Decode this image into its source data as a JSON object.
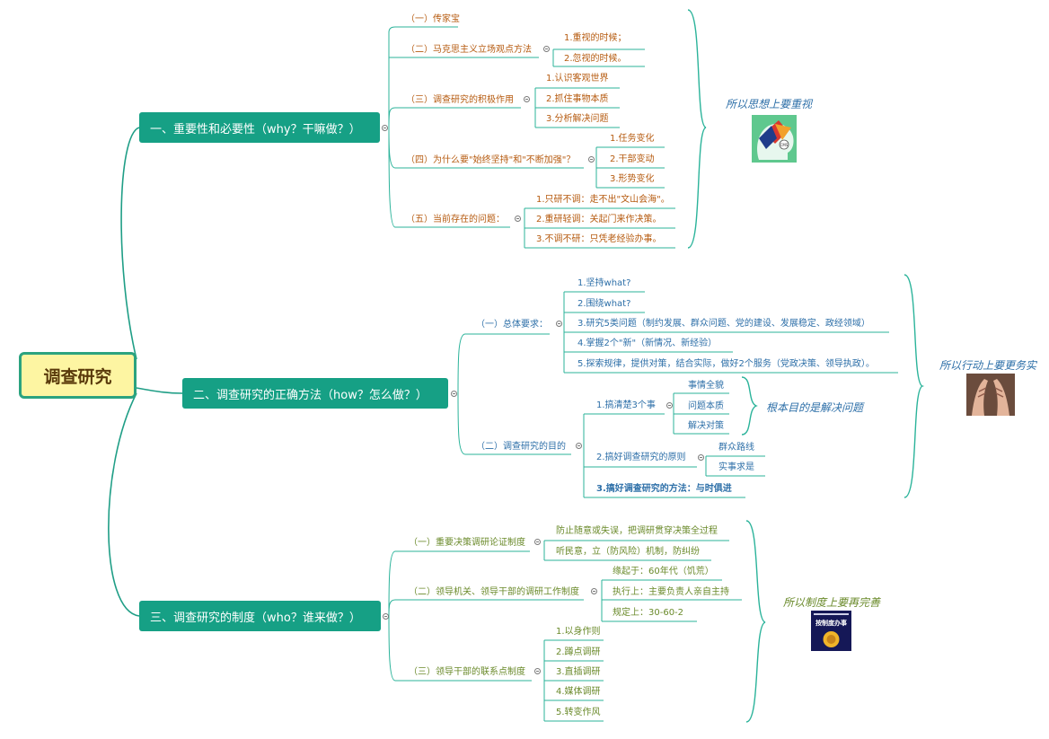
{
  "root": "调查研究",
  "sections": [
    {
      "title": "一、重要性和必要性（why？干嘛做？）",
      "note": "所以思想上要重视",
      "items": [
        {
          "label": "（一）传家宝",
          "children": []
        },
        {
          "label": "（二）马克思主义立场观点方法",
          "children": [
            "1.重视的时候；",
            "2.忽视的时候。"
          ]
        },
        {
          "label": "（三）调查研究的积极作用",
          "children": [
            "1.认识客观世界",
            "2.抓住事物本质",
            "3.分析解决问题"
          ]
        },
        {
          "label": "（四）为什么要\"始终坚持\"和\"不断加强\"？",
          "children": [
            "1.任务变化",
            "2.干部变动",
            "3.形势变化"
          ]
        },
        {
          "label": "（五）当前存在的问题：",
          "children": [
            "1.只研不调：走不出\"文山会海\"。",
            "2.重研轻调：关起门来作决策。",
            "3.不调不研：只凭老经验办事。"
          ]
        }
      ]
    },
    {
      "title": "二、调查研究的正确方法（how？怎么做？）",
      "note": "所以行动上要更务实",
      "items": [
        {
          "label": "（一）总体要求：",
          "children": [
            "1.坚持what?",
            "2.围绕what?",
            "3.研究5类问题（制约发展、群众问题、党的建设、发展稳定、政经领域）",
            "4.掌握2个\"新\"（新情况、新经验）",
            "5.探索规律，提供对策，结合实际，做好2个服务（党政决策、领导执政）。"
          ]
        },
        {
          "label": "（二）调查研究的目的",
          "children": [
            {
              "label": "1.搞清楚3个事",
              "children": [
                "事情全貌",
                "问题本质",
                "解决对策"
              ],
              "note": "根本目的是解决问题"
            },
            {
              "label": "2.搞好调查研究的原则",
              "children": [
                "群众路线",
                "实事求是"
              ]
            },
            {
              "label": "3.搞好调查研究的方法：与时俱进",
              "children": []
            }
          ]
        }
      ]
    },
    {
      "title": "三、调查研究的制度（who？谁来做？）",
      "note": "所以制度上要再完善",
      "items": [
        {
          "label": "（一）重要决策调研论证制度",
          "children": [
            "防止随意或失误，把调研贯穿决策全过程",
            "听民意，立（防风险）机制，防纠纷"
          ]
        },
        {
          "label": "（二）领导机关、领导干部的调研工作制度",
          "children": [
            "缘起于：60年代（饥荒）",
            "执行上：主要负责人亲自主持",
            "规定上：30-60-2"
          ]
        },
        {
          "label": "（三）领导干部的联系点制度",
          "children": [
            "1.以身作则",
            "2.蹲点调研",
            "3.直插调研",
            "4.媒体调研",
            "5.转变作风"
          ]
        }
      ]
    }
  ],
  "images": {
    "img1_caption": "CMS",
    "img3_caption": "按制度办事"
  },
  "colors": {
    "trunk": "#1f9e86",
    "sub": "#2bb39a",
    "root_fill": "#fdf5a2",
    "main_fill": "#16a085",
    "level1_text": "#b65b10",
    "level2_text": "#2d6fa8",
    "level3_text": "#6a8a2a"
  }
}
